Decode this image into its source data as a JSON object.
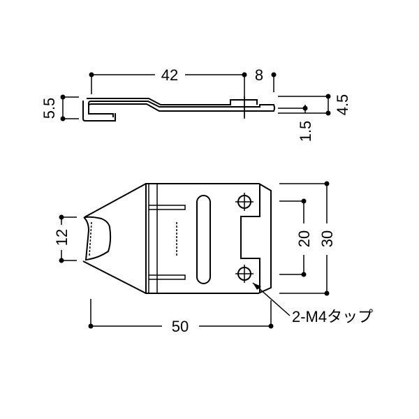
{
  "side_view": {
    "dim_length": "42",
    "dim_offset": "8",
    "dim_hook_height": "5.5",
    "dim_right_height": "4.5",
    "dim_thickness": "1.5"
  },
  "plan_view": {
    "dim_grip_width": "12",
    "dim_hole_pitch": "20",
    "dim_width": "30",
    "dim_overall_length": "50",
    "tap_note": "2-M4タップ"
  }
}
